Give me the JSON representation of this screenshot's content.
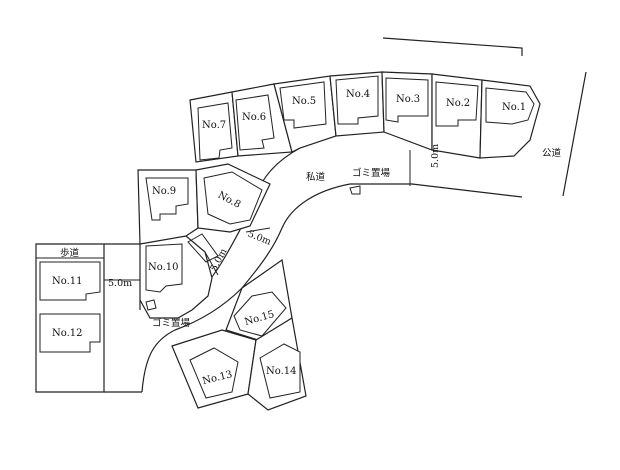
{
  "lots": [
    "No.1",
    "No.2",
    "No.3",
    "No.4",
    "No.5",
    "No.6",
    "No.7",
    "No.8",
    "No.9",
    "No.10",
    "No.11",
    "No.12",
    "No.13",
    "No.14",
    "No.15"
  ],
  "labels": {
    "public_road": "公道",
    "private_road": "私道",
    "sidewalk": "歩道",
    "garbage_1": "ゴミ置場",
    "garbage_2": "ゴミ置場",
    "width_1": "5.0m",
    "width_2": "5.0m",
    "width_3": "5.0m",
    "width_4": "5.0m"
  }
}
